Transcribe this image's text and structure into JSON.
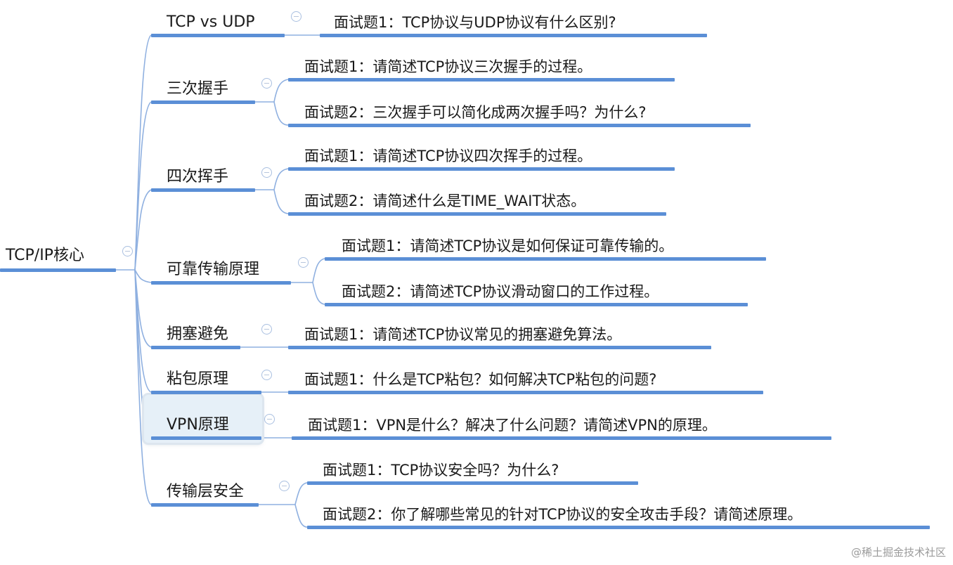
{
  "colors": {
    "branch": "#5b8fd6",
    "connector": "#8fb0e0",
    "selected_bg": "#e6f0f8",
    "toggle": "#a9bfe0"
  },
  "root": {
    "label": "TCP/IP核心",
    "toggle_icon": "collapse-minus-icon"
  },
  "topics": [
    {
      "label": "TCP vs UDP",
      "questions": [
        "面试题1：TCP协议与UDP协议有什么区别?"
      ]
    },
    {
      "label": "三次握手",
      "questions": [
        "面试题1：请简述TCP协议三次握手的过程。",
        "面试题2：三次握手可以简化成两次握手吗？为什么?"
      ]
    },
    {
      "label": "四次挥手",
      "questions": [
        "面试题1：请简述TCP协议四次挥手的过程。",
        "面试题2：请简述什么是TIME_WAIT状态。"
      ]
    },
    {
      "label": "可靠传输原理",
      "questions": [
        "面试题1：请简述TCP协议是如何保证可靠传输的。",
        "面试题2：请简述TCP协议滑动窗口的工作过程。"
      ]
    },
    {
      "label": "拥塞避免",
      "questions": [
        "面试题1：请简述TCP协议常见的拥塞避免算法。"
      ]
    },
    {
      "label": "粘包原理",
      "questions": [
        "面试题1：什么是TCP粘包？如何解决TCP粘包的问题?"
      ]
    },
    {
      "label": "VPN原理",
      "selected": true,
      "questions": [
        "面试题1：VPN是什么？解决了什么问题？请简述VPN的原理。"
      ]
    },
    {
      "label": "传输层安全",
      "questions": [
        "面试题1：TCP协议安全吗？为什么?",
        "面试题2：你了解哪些常见的针对TCP协议的安全攻击手段？请简述原理。"
      ]
    }
  ],
  "watermark": "@稀土掘金技术社区"
}
